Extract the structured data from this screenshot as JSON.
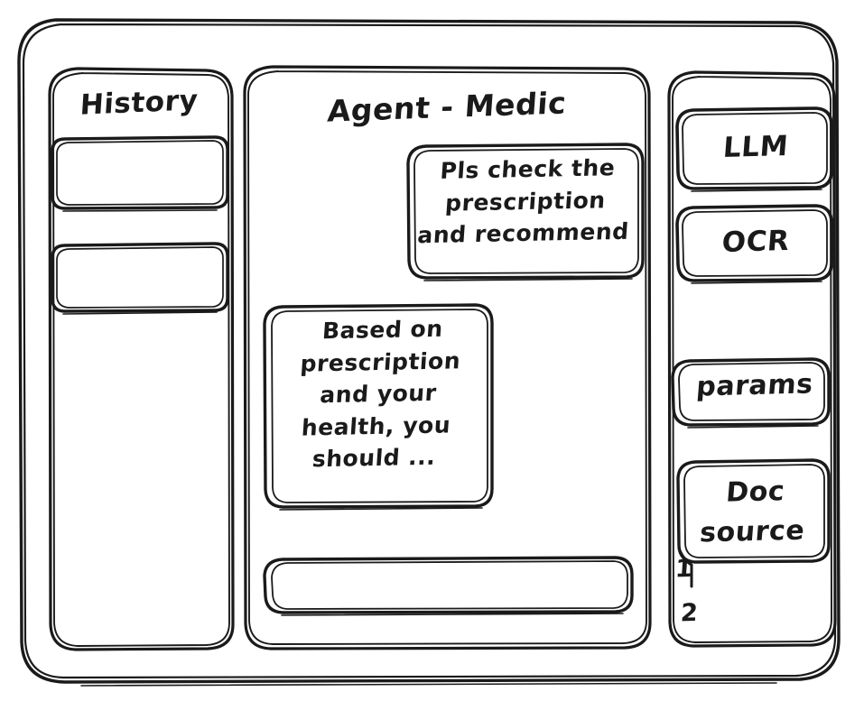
{
  "window": {
    "name": "agent-medic-wireframe"
  },
  "sidebar": {
    "title": "History",
    "items": [
      {
        "label": ""
      },
      {
        "label": ""
      }
    ]
  },
  "main": {
    "title": "Agent - Medic",
    "messages": [
      {
        "role": "user",
        "text": "Pls check the\nprescription\nand recommend"
      },
      {
        "role": "assistant",
        "text": "Based on\nprescription\nand your\nhealth, you\nshould ..."
      }
    ],
    "composer": {
      "value": "",
      "placeholder": ""
    }
  },
  "tools": {
    "buttons": [
      {
        "label": "LLM"
      },
      {
        "label": "OCR"
      },
      {
        "label": "params"
      }
    ],
    "doc_source": {
      "label": "Doc\nsource",
      "items": [
        {
          "label": "1"
        },
        {
          "label": "2"
        }
      ]
    }
  },
  "style": {
    "stroke": "#1a1a1a",
    "background": "#ffffff"
  }
}
